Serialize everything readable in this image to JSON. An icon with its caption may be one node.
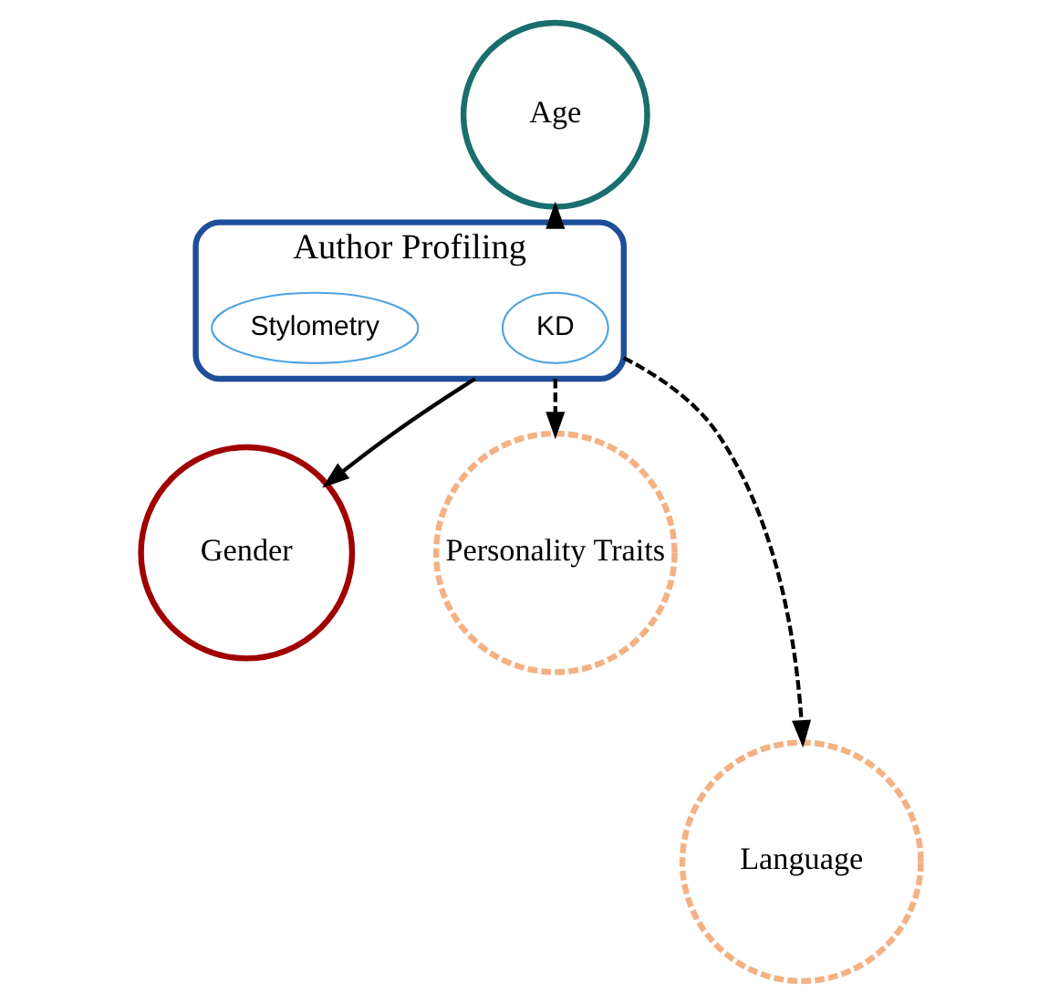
{
  "diagram": {
    "nodes": [
      {
        "text": [
          "Author Profiling"
        ]
      },
      {
        "text": [
          "KD"
        ],
        "in": 0
      },
      {
        "text": [
          "Stylometry"
        ],
        "in": 0
      },
      {
        "text": [
          "Age"
        ]
      },
      {
        "text": [
          "Gender"
        ]
      },
      {
        "text": [
          "Personality Traits"
        ]
      },
      {
        "text": [
          "Language"
        ]
      }
    ],
    "edges": [
      {
        "from": 0,
        "to": 3,
        "arrow": "to"
      },
      {
        "from": 0,
        "to": 4,
        "arrow": "to"
      },
      {
        "from": 0,
        "to": 5,
        "arrow": "to",
        "style": "dashed"
      },
      {
        "from": 0,
        "to": 6,
        "arrow": "to",
        "style": "dashed"
      }
    ]
  }
}
